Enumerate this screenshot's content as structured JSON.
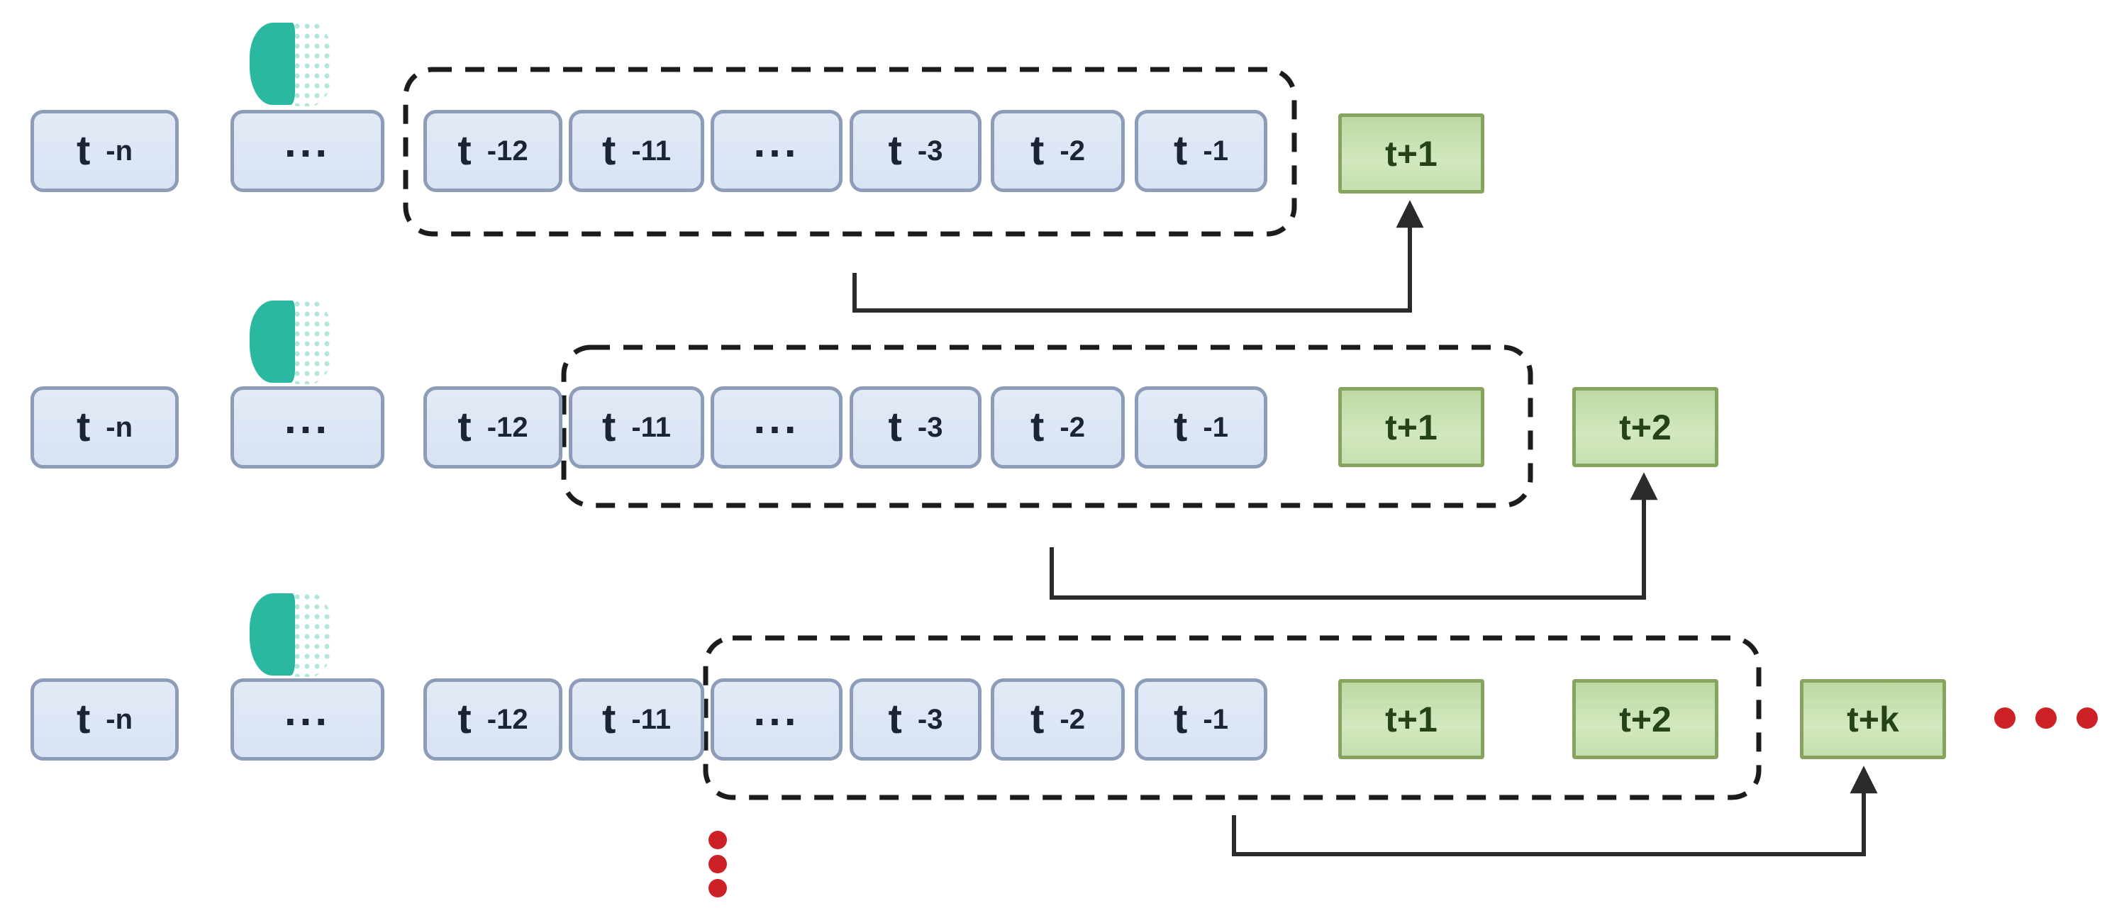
{
  "rows": [
    {
      "name": "forecast-step-1",
      "cells": [
        {
          "main": "t",
          "sub": "-n"
        },
        {
          "main": "...",
          "sub": ""
        },
        {
          "main": "t",
          "sub": "-12"
        },
        {
          "main": "t",
          "sub": "-11"
        },
        {
          "main": "...",
          "sub": ""
        },
        {
          "main": "t",
          "sub": "-3"
        },
        {
          "main": "t",
          "sub": "-2"
        },
        {
          "main": "t",
          "sub": "-1"
        }
      ],
      "predictions": [
        {
          "label": "t+1"
        }
      ]
    },
    {
      "name": "forecast-step-2",
      "cells": [
        {
          "main": "t",
          "sub": "-n"
        },
        {
          "main": "...",
          "sub": ""
        },
        {
          "main": "t",
          "sub": "-12"
        },
        {
          "main": "t",
          "sub": "-11"
        },
        {
          "main": "...",
          "sub": ""
        },
        {
          "main": "t",
          "sub": "-3"
        },
        {
          "main": "t",
          "sub": "-2"
        },
        {
          "main": "t",
          "sub": "-1"
        }
      ],
      "predictions": [
        {
          "label": "t+1"
        },
        {
          "label": "t+2"
        }
      ]
    },
    {
      "name": "forecast-step-k",
      "cells": [
        {
          "main": "t",
          "sub": "-n"
        },
        {
          "main": "...",
          "sub": ""
        },
        {
          "main": "t",
          "sub": "-12"
        },
        {
          "main": "t",
          "sub": "-11"
        },
        {
          "main": "...",
          "sub": ""
        },
        {
          "main": "t",
          "sub": "-3"
        },
        {
          "main": "t",
          "sub": "-2"
        },
        {
          "main": "t",
          "sub": "-1"
        }
      ],
      "predictions": [
        {
          "label": "t+1"
        },
        {
          "label": "t+2"
        },
        {
          "label": "t+k"
        }
      ]
    }
  ],
  "icons": {
    "brain": "brain-icon",
    "vertical_ellipsis": "more-rows-ellipsis",
    "horizontal_ellipsis": "more-steps-ellipsis"
  },
  "colors": {
    "history_box_fill": "#d8e3f3",
    "history_box_border": "#8d9cb8",
    "history_text": "#1b2433",
    "prediction_box_fill": "#cde6ba",
    "prediction_box_border": "#86a35f",
    "prediction_text": "#24431b",
    "window_dash": "#1c1c1c",
    "arrow": "#333333",
    "ellipsis_dot": "#cc2127",
    "brain": "#2ab9a0"
  }
}
